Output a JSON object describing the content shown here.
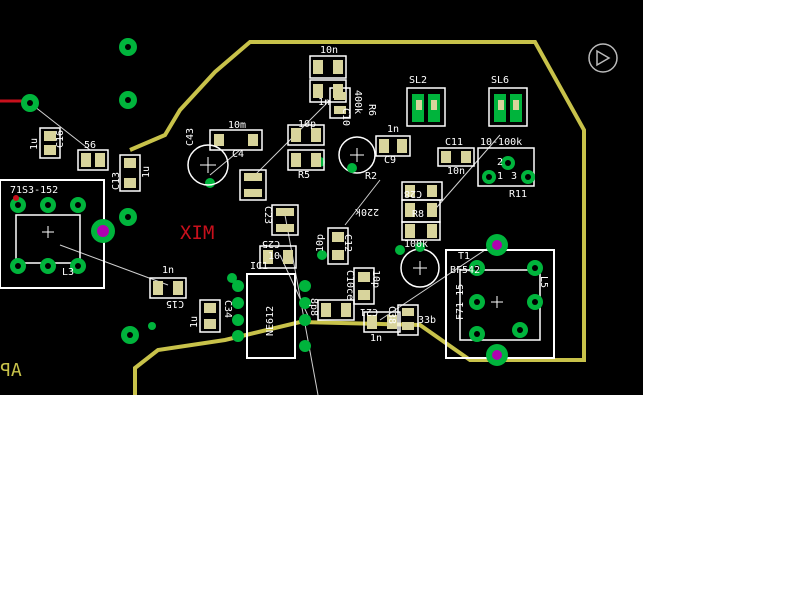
{
  "board": {
    "silk_mix": "MIX",
    "silk_edge": "AP",
    "colors": {
      "background": "#000000",
      "copper_outline": "#c8c24a",
      "pad": "#00b43c",
      "smd_pad": "#d8d49c",
      "silkscreen": "#ffffff",
      "via_hole": "#b000b0",
      "text_red": "#c8101c"
    },
    "labels": {
      "c10n_top": "10n",
      "c_1n_top": "1n",
      "c_400k": "400k",
      "c_r6": "R6",
      "c_c10": "C10",
      "sl2": "SL2",
      "sl6": "SL6",
      "c43": "C43",
      "c10m": "10m",
      "c4": "C4",
      "c10p": "10p",
      "r5": "R5",
      "c1n_c9": "1n",
      "c9": "C9",
      "c11": "C11",
      "c11_10n": "10n",
      "r10_100k": "10-100k",
      "r11": "R11",
      "c16": "C16",
      "c56": "56",
      "c1u": "1u",
      "c13": "C13",
      "c1u_b": "1u",
      "l3_name": "71S3-152",
      "l3": "L3",
      "r2": "R2",
      "r220k": "220k",
      "c28": "C28",
      "r8": "R8",
      "r100k": "100k",
      "c23": "C23",
      "c25": "C25",
      "c10_b": "10",
      "ic1": "IC1",
      "ne612": "NE612",
      "c12": "C12",
      "c10p_b": "10p",
      "c1n_b": "1n",
      "c15": "C15",
      "c34": "C34",
      "c1u_c": "1u",
      "c8p8": "8p8",
      "c10ce": "C10ce",
      "c10p_c": "10p",
      "c21": "C21",
      "c38": "C38",
      "c33b": "33b",
      "c1n_c": "1n",
      "t1": "T1",
      "bf": "BF542",
      "f71": "F71-15",
      "l5": "L5",
      "p1": "1",
      "p2": "2",
      "p3": "3"
    }
  }
}
